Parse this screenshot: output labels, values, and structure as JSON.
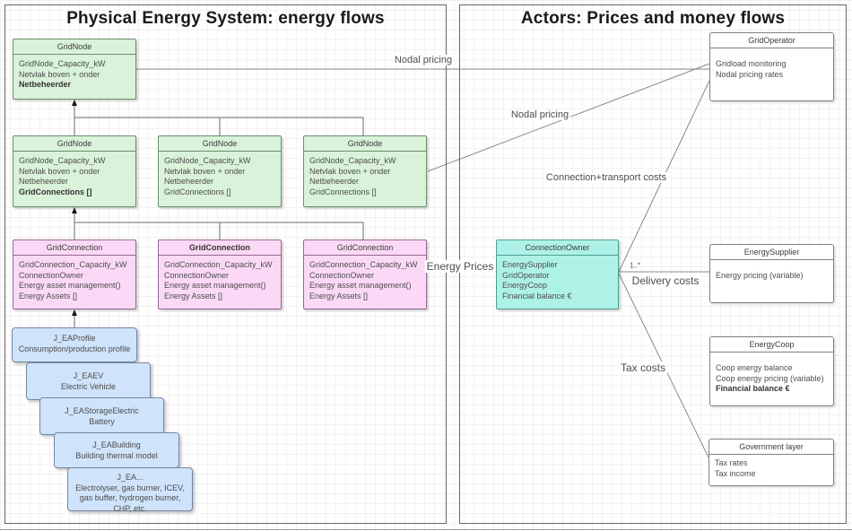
{
  "frames": {
    "left": {
      "title": "Physical Energy System: energy flows"
    },
    "right": {
      "title": "Actors: Prices and money flows"
    }
  },
  "palette": {
    "grid_node_fill": "#d9f2d9",
    "grid_connection_fill": "#fbd9f6",
    "connection_owner_fill": "#aef2e7",
    "energy_asset_fill": "#cfe3fa",
    "actor_fill": "#ffffff",
    "line_color": "#8a8a8a"
  },
  "boxes": {
    "gridnode_top": {
      "title": "GridNode",
      "lines": [
        "GridNode_Capacity_kW",
        "Netvlak boven + onder",
        "Netbeheerder"
      ]
    },
    "gridnode_a": {
      "title": "GridNode",
      "lines": [
        "GridNode_Capacity_kW",
        "Netvlak boven + onder",
        "Netbeheerder",
        "GridConnections []"
      ]
    },
    "gridnode_b": {
      "title": "GridNode",
      "lines": [
        "GridNode_Capacity_kW",
        "Netvlak boven + onder",
        "Netbeheerder",
        "GridConnections []"
      ]
    },
    "gridnode_c": {
      "title": "GridNode",
      "lines": [
        "GridNode_Capacity_kW",
        "Netvlak boven + onder",
        "Netbeheerder",
        "GridConnections []"
      ]
    },
    "gridconnection_a": {
      "title": "GridConnection",
      "lines": [
        "GridConnection_Capacity_kW",
        "ConnectionOwner",
        "Energy asset management()",
        "Energy Assets []"
      ]
    },
    "gridconnection_b": {
      "title": "GridConnection",
      "lines": [
        "GridConnection_Capacity_kW",
        "ConnectionOwner",
        "Energy asset management()",
        "Energy Assets []"
      ]
    },
    "gridconnection_c": {
      "title": "GridConnection",
      "lines": [
        "GridConnection_Capacity_kW",
        "ConnectionOwner",
        "Energy asset management()",
        "Energy Assets []"
      ]
    },
    "connection_owner": {
      "title": "ConnectionOwner",
      "lines": [
        "EnergySupplier",
        "GridOperator",
        "EnergyCoop",
        "Financial balance €"
      ]
    },
    "grid_operator": {
      "title": "GridOperator",
      "lines": [
        "Gridload monitoring",
        "Nodal pricing rates"
      ]
    },
    "energy_supplier": {
      "title": "EnergySupplier",
      "lines": [
        "Energy pricing (variable)"
      ]
    },
    "energy_coop": {
      "title": "EnergyCoop",
      "lines": [
        "Coop energy balance",
        "Coop energy pricing (variable)",
        "Financial balance €"
      ]
    },
    "government": {
      "title": "Government layer",
      "lines": [
        "Tax rates",
        "Tax income"
      ]
    },
    "ea_profile": {
      "title": "J_EAProfile",
      "subtitle": "Consumption/production profile"
    },
    "ea_ev": {
      "title": "J_EAEV",
      "subtitle": "Electric Vehicle"
    },
    "ea_storage": {
      "title": "J_EAStorageElectric",
      "subtitle": "Battery"
    },
    "ea_building": {
      "title": "J_EABuilding",
      "subtitle": "Building thermal model"
    },
    "ea_other": {
      "title": "J_EA...",
      "subtitle": "Electrolyser, gas burner, ICEV, gas buffer, hydrogen burner, CHP, etc."
    }
  },
  "edge_labels": {
    "nodal_pricing_top": "Nodal pricing",
    "nodal_pricing_mid": "Nodal pricing",
    "connection_transport": "Connection+transport costs",
    "energy_prices": "Energy Prices",
    "multiplicity": "1..*",
    "delivery_costs": "Delivery costs",
    "tax_costs": "Tax costs"
  }
}
